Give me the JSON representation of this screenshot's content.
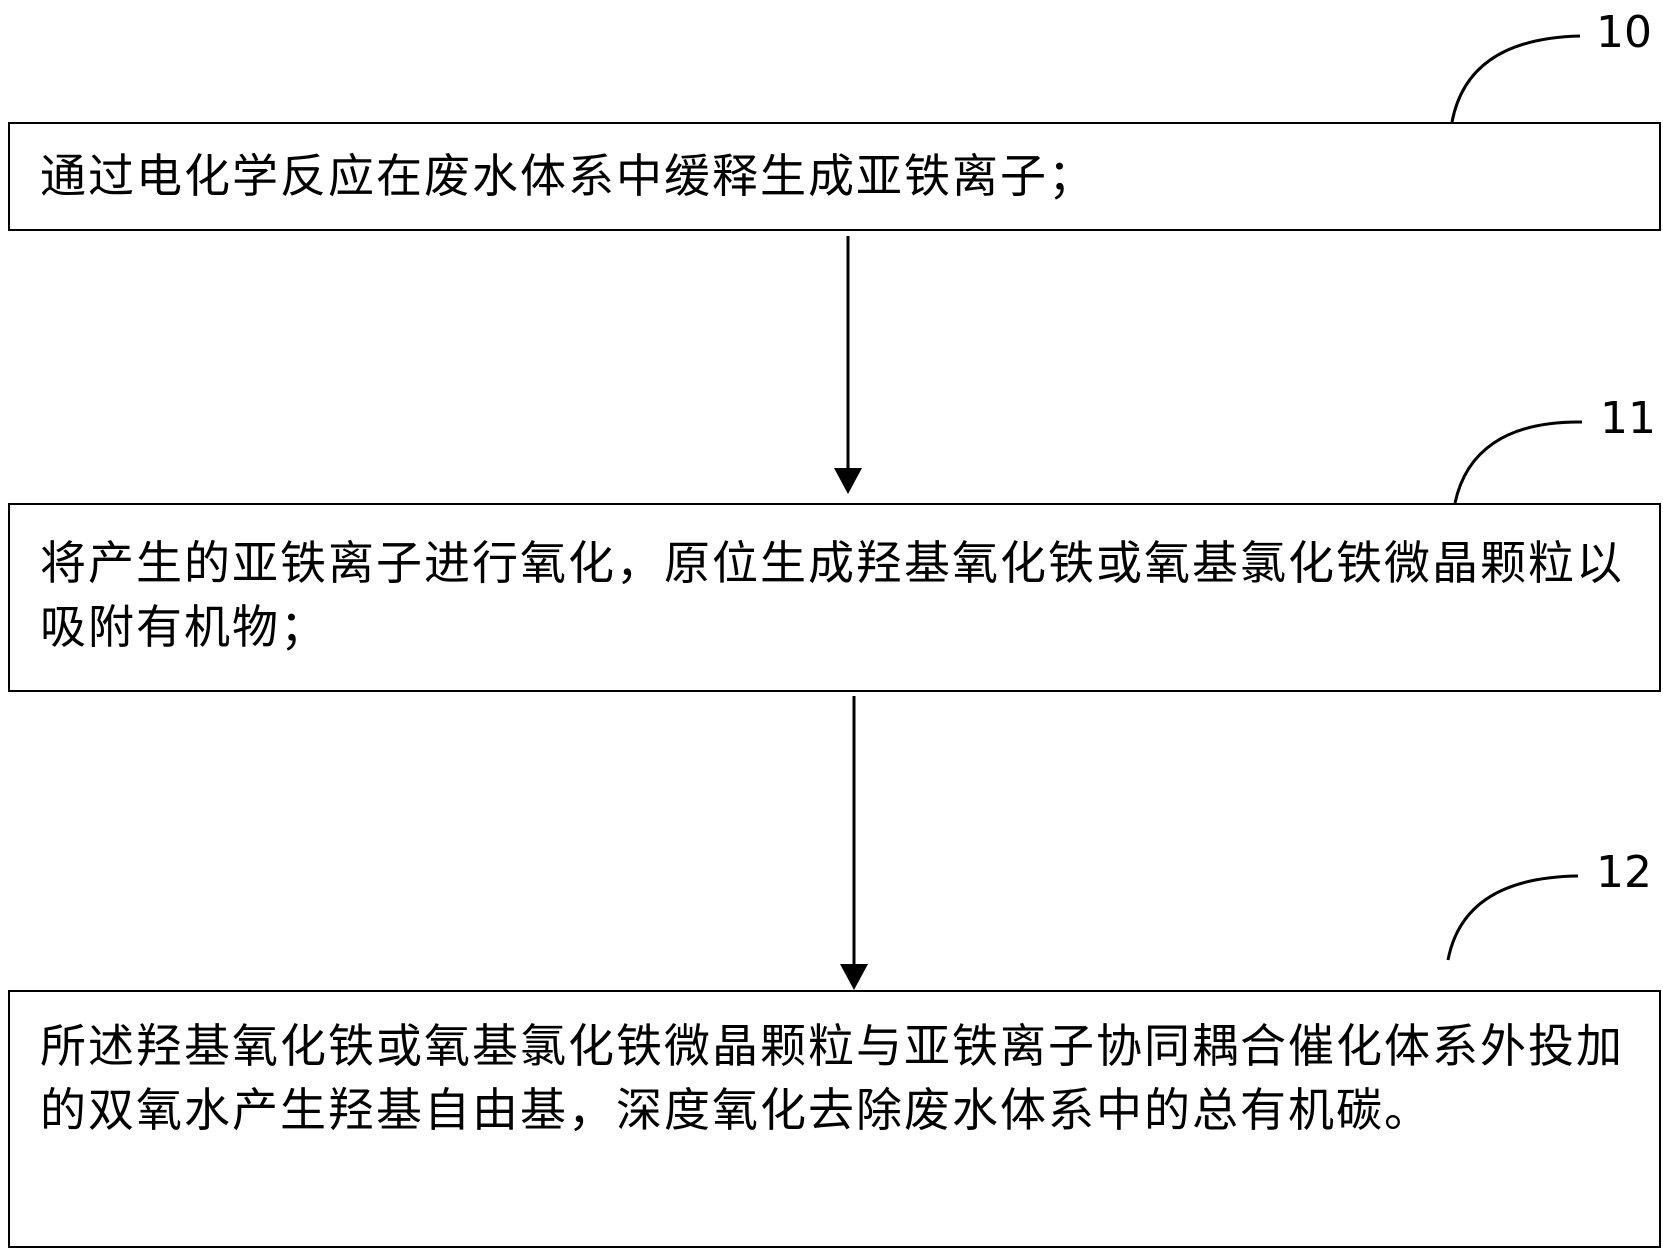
{
  "steps": [
    {
      "number": "10",
      "text": "通过电化学反应在废水体系中缓释生成亚铁离子；"
    },
    {
      "number": "11",
      "text": "将产生的亚铁离子进行氧化，原位生成羟基氧化铁或氧基氯化铁微晶颗粒以吸附有机物；"
    },
    {
      "number": "12",
      "text": "所述羟基氧化铁或氧基氯化铁微晶颗粒与亚铁离子协同耦合催化体系外投加的双氧水产生羟基自由基，深度氧化去除废水体系中的总有机碳。"
    }
  ]
}
